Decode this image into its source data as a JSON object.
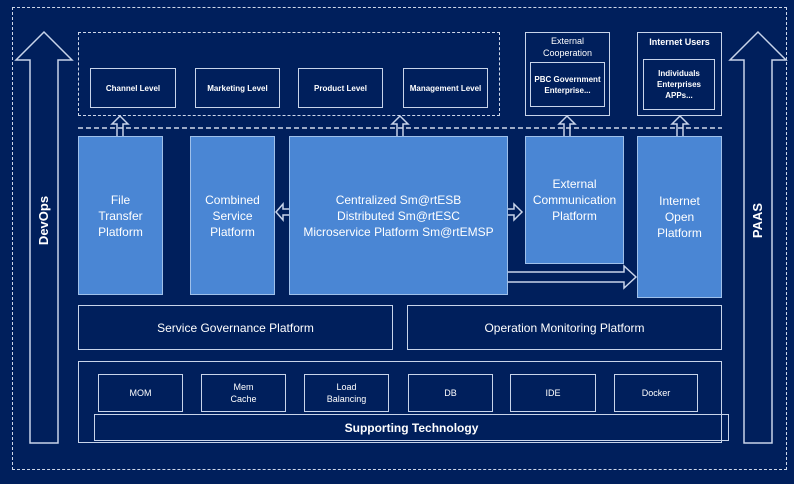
{
  "levels": [
    "Channel Level",
    "Marketing Level",
    "Product Level",
    "Management Level"
  ],
  "external_cooperation": {
    "title": "External Cooperation",
    "content": "PBC Government Enterprise..."
  },
  "internet_users": {
    "title": "Internet Users",
    "content": "Individuals Enterprises APPs..."
  },
  "platforms": {
    "file_transfer": "File Transfer Platform",
    "combined_service": "Combined Service Platform",
    "central": [
      "Centralized Sm@rtESB",
      "Distributed Sm@rtESC",
      "Microservice Platform Sm@rtEMSP"
    ],
    "external_communication": "External Communication Platform",
    "internet_open": "Internet Open Platform",
    "service_governance": "Service Governance Platform",
    "operation_monitoring": "Operation Monitoring Platform"
  },
  "technologies": [
    "MOM",
    "Mem Cache",
    "Load Balancing",
    "DB",
    "IDE",
    "Docker"
  ],
  "supporting_technology": "Supporting Technology",
  "side": {
    "left": "DevOps",
    "right": "PAAS"
  },
  "colors": {
    "background": "#001f5c",
    "platform": "#4a86d4",
    "line": "#c8d4ea"
  }
}
